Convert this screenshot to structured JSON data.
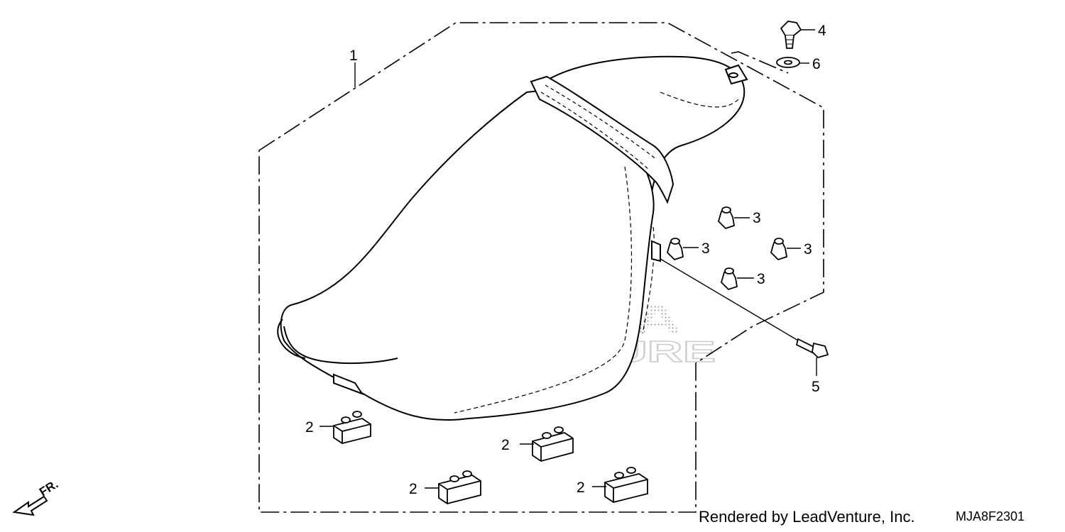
{
  "diagram": {
    "callouts": {
      "c1": "1",
      "c2a": "2",
      "c2b": "2",
      "c2c": "2",
      "c2d": "2",
      "c3a": "3",
      "c3b": "3",
      "c3c": "3",
      "c3d": "3",
      "c4": "4",
      "c5": "5",
      "c6": "6"
    },
    "front_indicator": "FR.",
    "watermark_brand": "HONDA",
    "watermark_vendor": "LEADVENTURE",
    "credit": "Rendered by LeadVenture, Inc.",
    "drawing_code": "MJA8F2301"
  }
}
